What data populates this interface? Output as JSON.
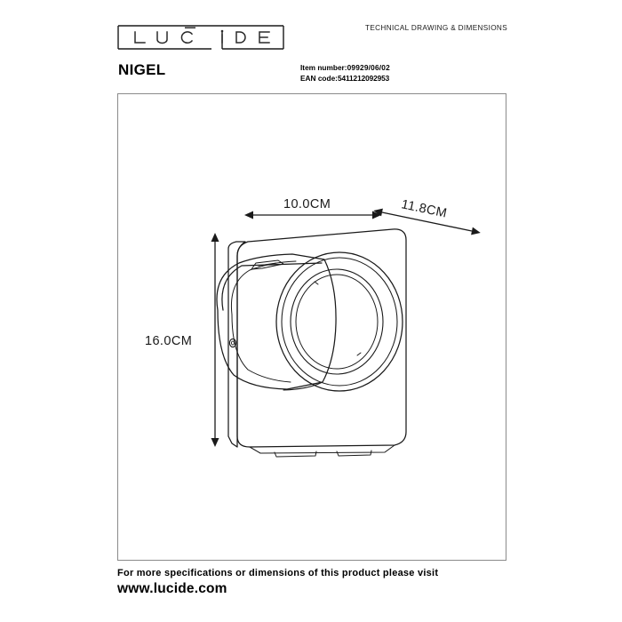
{
  "header": {
    "brand_logo_letters": "LUCIDE",
    "doc_type": "TECHNICAL DRAWING & DIMENSIONS",
    "product_name": "NIGEL",
    "item_number_label": "Item number:",
    "item_number_value": "09929/06/02",
    "ean_label": "EAN code:",
    "ean_value": "5411212092953"
  },
  "drawing": {
    "dimensions": {
      "width_label": "10.0CM",
      "depth_label": "11.8CM",
      "height_label": "16.0CM"
    },
    "product_type": "wall-mounted spotlight",
    "line_color": "#1a1a1a",
    "frame_color": "#8b8b8b"
  },
  "footer": {
    "line1": "For more specifications or dimensions of this product please visit",
    "line2": "www.lucide.com"
  }
}
